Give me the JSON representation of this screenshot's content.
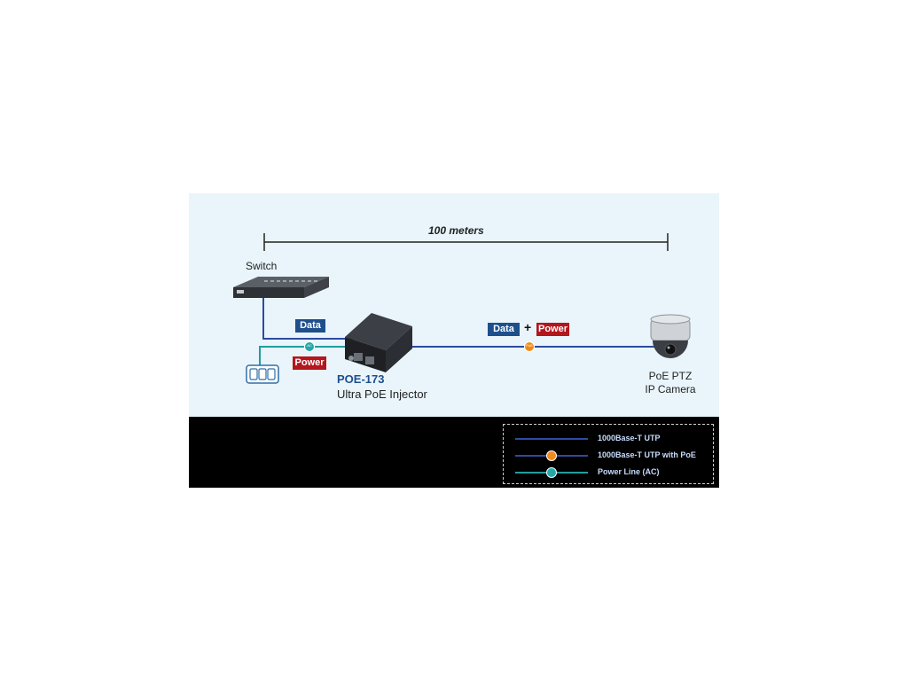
{
  "distance_label": "100 meters",
  "switch_label": "Switch",
  "injector": {
    "model": "POE-173",
    "description": "Ultra PoE Injector"
  },
  "camera": {
    "line1": "PoE PTZ",
    "line2": "IP Camera"
  },
  "tags": {
    "data_left": "Data",
    "power_left": "Power",
    "data_right": "Data",
    "plus": "+",
    "power_right": "Power"
  },
  "markers": {
    "ac": "AC",
    "poe": "PoE"
  },
  "legend": {
    "items": [
      {
        "label": "1000Base-T UTP",
        "line_color": "#2f4aa0",
        "marker": "none"
      },
      {
        "label": "1000Base-T UTP with PoE",
        "line_color": "#2f4aa0",
        "marker": "#f08a1c"
      },
      {
        "label": "Power Line (AC)",
        "line_color": "#1f9e9e",
        "marker": "#25a8a8"
      }
    ]
  },
  "colors": {
    "data_line": "#2f4aa0",
    "power_line": "#1f9e9e",
    "panel_bg": "#e9f5fb",
    "title_blue": "#1e4f8c"
  }
}
